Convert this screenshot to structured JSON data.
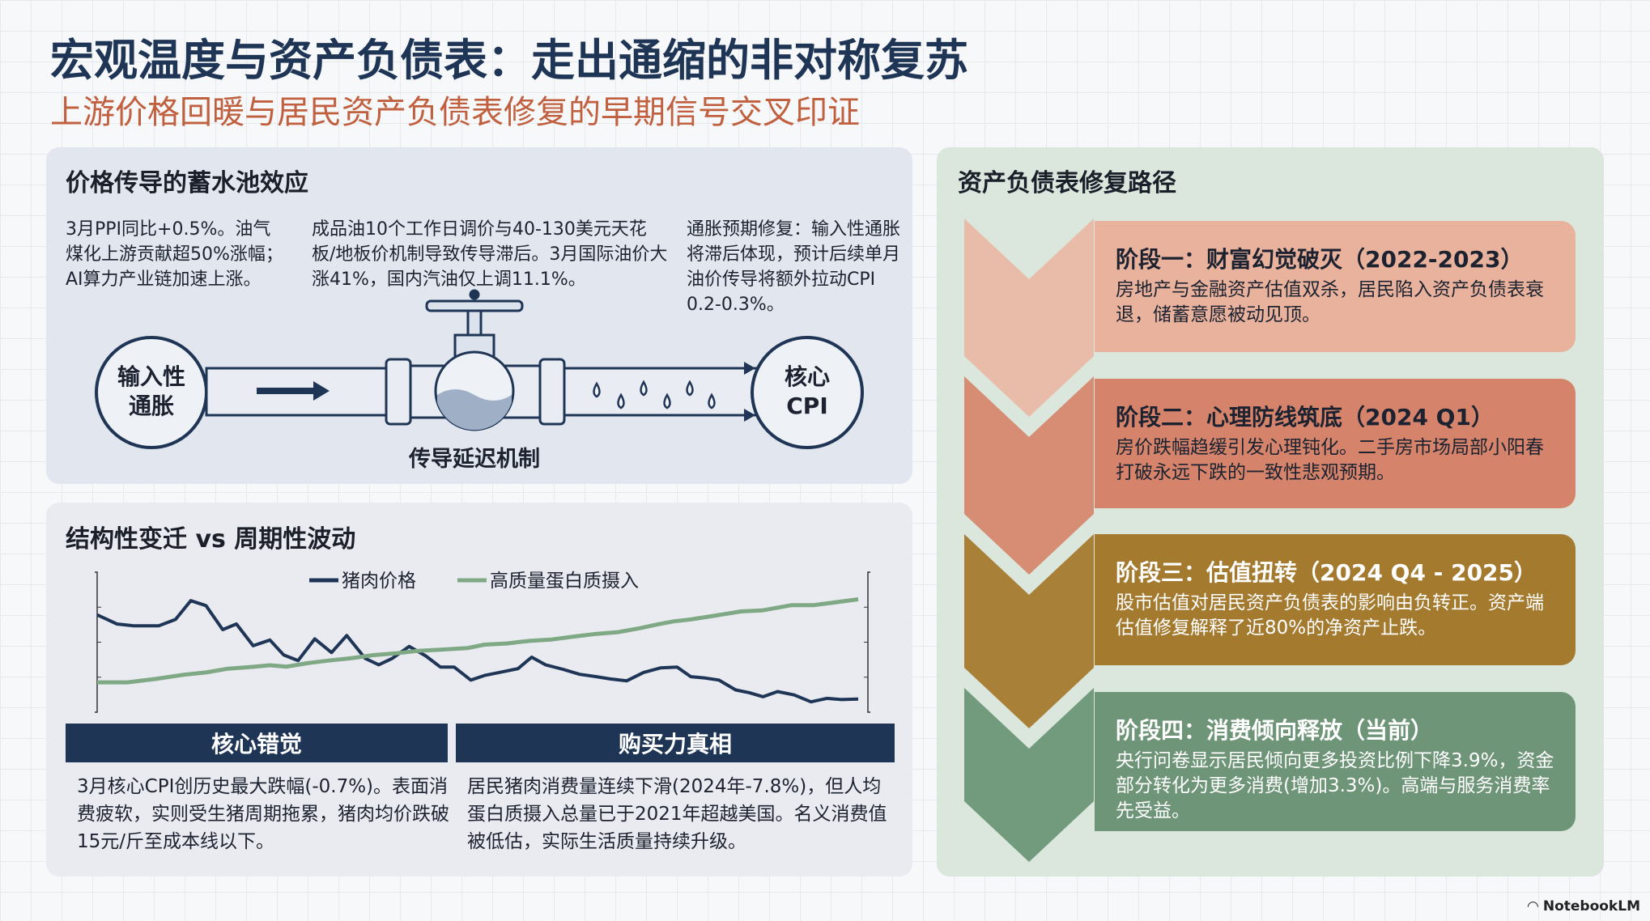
{
  "header": {
    "title": "宏观温度与资产负债表：走出通缩的非对称复苏",
    "subtitle": "上游价格回暖与居民资产负债表修复的早期信号交叉印证"
  },
  "reservoir": {
    "title": "价格传导的蓄水池效应",
    "notes": [
      "3月PPI同比+0.5%。油气煤化上游贡献超50%涨幅；AI算力产业链加速上涨。",
      "成品油10个工作日调价与40-130美元天花板/地板价机制导致传导滞后。3月国际油价大涨41%，国内汽油仅上调11.1%。",
      "通胀预期修复：输入性通胀将滞后体现，预计后续单月油价传导将额外拉动CPI 0.2-0.3%。"
    ],
    "input_label_1": "输入性",
    "input_label_2": "通胀",
    "output_label_1": "核心",
    "output_label_2": "CPI",
    "mechanism_label": "传导延迟机制"
  },
  "structural": {
    "title": "结构性变迁 vs 周期性波动",
    "left_header": "核心错觉",
    "left_body": "3月核心CPI创历史最大跌幅(-0.7%)。表面消费疲软，实则受生猪周期拖累，猪肉均价跌破15元/斤至成本线以下。",
    "right_header": "购买力真相",
    "right_body": "居民猪肉消费量连续下滑(2024年-7.8%)，但人均蛋白质摄入总量已于2021年超越美国。名义消费值被低估，实际生活质量持续升级。"
  },
  "chart_data": {
    "type": "line",
    "title": "",
    "xlabel": "",
    "ylabel": "",
    "legend_position": "top-center",
    "ylim": [
      0,
      100
    ],
    "xlim": [
      0,
      100
    ],
    "grid": false,
    "series": [
      {
        "name": "猪肉价格",
        "color": "#1f3556",
        "x": [
          0,
          2.6,
          4.8,
          8.1,
          10.3,
          12.3,
          14.3,
          16.5,
          18.3,
          20.5,
          22.7,
          24.5,
          26.4,
          28.6,
          30.8,
          32.8,
          35.2,
          37,
          38.8,
          41,
          43.2,
          45.1,
          46.9,
          49.1,
          50.9,
          53.1,
          55.3,
          57.1,
          58.9,
          61.2,
          63.4,
          65.6,
          67.4,
          69.6,
          71.8,
          74,
          76.2,
          78,
          79.9,
          81.7,
          83.9,
          85.7,
          87.5,
          89.4,
          91.6,
          93.8,
          95.9,
          97.8,
          100
        ],
        "values": [
          78.8,
          70.7,
          69.1,
          69.1,
          74.7,
          91.3,
          86.9,
          65.7,
          70.7,
          51.5,
          56.6,
          43.4,
          38.4,
          57.6,
          45.5,
          60.6,
          40.4,
          34.7,
          40.4,
          50.9,
          42.4,
          32.7,
          32.7,
          21.2,
          25.3,
          28.3,
          31.3,
          41.4,
          34.7,
          30.7,
          26.3,
          24.2,
          22.2,
          20.6,
          27.9,
          31.9,
          32.7,
          24.2,
          23.0,
          21.2,
          12.5,
          10.1,
          6.5,
          11.1,
          8.1,
          2.0,
          5.1,
          4.0,
          4.4
        ]
      },
      {
        "name": "高质量蛋白质摄入",
        "color": "#7fa884",
        "x": [
          0,
          4,
          7.7,
          11.4,
          14.3,
          17.2,
          20.1,
          22.7,
          24.9,
          27.5,
          30.4,
          33.3,
          36.3,
          39.2,
          42.1,
          45.1,
          48.7,
          50.9,
          53.8,
          56.8,
          59.7,
          62.6,
          65.6,
          68.5,
          71.4,
          73.6,
          75.8,
          78,
          80.9,
          84.6,
          87.5,
          91.2,
          94.1,
          97.1,
          100
        ],
        "values": [
          19.2,
          19.2,
          22.2,
          25.9,
          27.9,
          31.3,
          32.7,
          34.3,
          33.1,
          36,
          38.4,
          40.4,
          43.2,
          44.8,
          46.9,
          48.1,
          49.5,
          52.5,
          53.5,
          55.8,
          57,
          59.6,
          62,
          63.6,
          67.1,
          70.3,
          73.1,
          74.7,
          77.8,
          81.8,
          82.8,
          87.3,
          87.3,
          89.9,
          92.5
        ]
      }
    ]
  },
  "path": {
    "title": "资产负债表修复路径",
    "stages": [
      {
        "title": "阶段一：财富幻觉破灭（2022-2023）",
        "body": "房地产与金融资产估值双杀，居民陷入资产负债表衰退，储蓄意愿被动见顶。",
        "color": "#e9b29c",
        "chevron": "#e8bca8",
        "text": "#1c2230"
      },
      {
        "title": "阶段二：心理防线筑底（2024 Q1）",
        "body": "房价跌幅趋缓引发心理钝化。二手房市场局部小阳春打破永远下跌的一致性悲观预期。",
        "color": "#d5846b",
        "chevron": "#d68d74",
        "text": "#1c2230"
      },
      {
        "title": "阶段三：估值扭转（2024 Q4 - 2025）",
        "body": "股市估值对居民资产负债表的影响由负转正。资产端估值修复解释了近80%的净资产止跌。",
        "color": "#a47a2f",
        "chevron": "#a88038",
        "text": "#ffffff"
      },
      {
        "title": "阶段四：消费倾向释放（当前）",
        "body": "央行问卷显示居民倾向更多投资比例下降3.9%，资金部分转化为更多消费(增加3.3%)。高端与服务消费率先受益。",
        "color": "#6f9579",
        "chevron": "#729a7c",
        "text": "#ffffff"
      }
    ]
  },
  "watermark": "NotebookLM"
}
